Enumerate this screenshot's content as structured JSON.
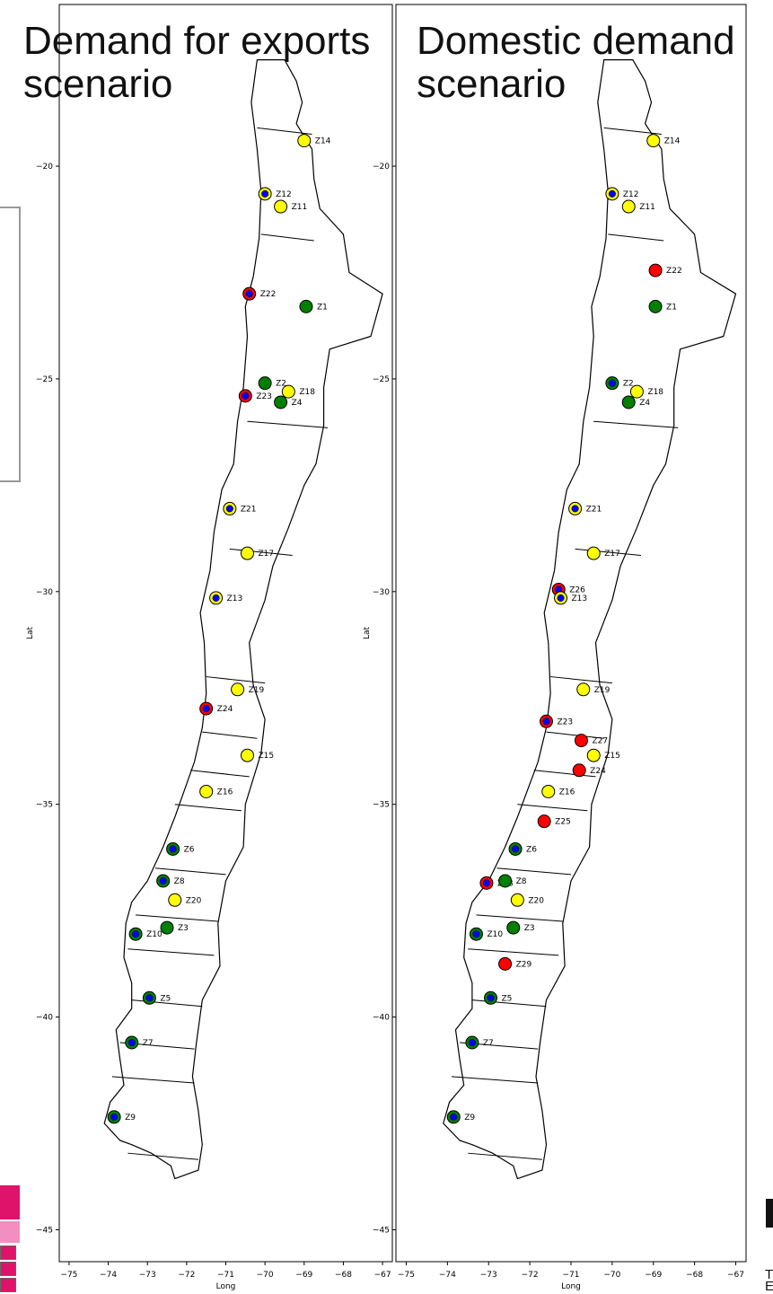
{
  "maps": [
    {
      "title": "Demand for exports\nscenario",
      "zones": [
        {
          "id": "Z14",
          "lon": -69.0,
          "lat": -19.4,
          "style": "yellow"
        },
        {
          "id": "Z12",
          "lon": -70.0,
          "lat": -20.65,
          "style": "yellow-blue"
        },
        {
          "id": "Z11",
          "lon": -69.6,
          "lat": -20.95,
          "style": "yellow"
        },
        {
          "id": "Z22",
          "lon": -70.4,
          "lat": -23.0,
          "style": "red-blue"
        },
        {
          "id": "Z1",
          "lon": -68.95,
          "lat": -23.3,
          "style": "green"
        },
        {
          "id": "Z2",
          "lon": -70.0,
          "lat": -25.1,
          "style": "green"
        },
        {
          "id": "Z18",
          "lon": -69.4,
          "lat": -25.3,
          "style": "yellow"
        },
        {
          "id": "Z23",
          "lon": -70.5,
          "lat": -25.4,
          "style": "red-blue"
        },
        {
          "id": "Z4",
          "lon": -69.6,
          "lat": -25.55,
          "style": "green"
        },
        {
          "id": "Z21",
          "lon": -70.9,
          "lat": -28.05,
          "style": "yellow-blue"
        },
        {
          "id": "Z17",
          "lon": -70.45,
          "lat": -29.1,
          "style": "yellow"
        },
        {
          "id": "Z13",
          "lon": -71.25,
          "lat": -30.15,
          "style": "yellow-blue"
        },
        {
          "id": "Z19",
          "lon": -70.7,
          "lat": -32.3,
          "style": "yellow"
        },
        {
          "id": "Z24",
          "lon": -71.5,
          "lat": -32.75,
          "style": "red-blue"
        },
        {
          "id": "Z15",
          "lon": -70.45,
          "lat": -33.85,
          "style": "yellow"
        },
        {
          "id": "Z16",
          "lon": -71.5,
          "lat": -34.7,
          "style": "yellow"
        },
        {
          "id": "Z6",
          "lon": -72.35,
          "lat": -36.05,
          "style": "green-blue"
        },
        {
          "id": "Z8",
          "lon": -72.6,
          "lat": -36.8,
          "style": "green-blue"
        },
        {
          "id": "Z20",
          "lon": -72.3,
          "lat": -37.25,
          "style": "yellow"
        },
        {
          "id": "Z3",
          "lon": -72.5,
          "lat": -37.9,
          "style": "green"
        },
        {
          "id": "Z10",
          "lon": -73.3,
          "lat": -38.05,
          "style": "green-blue"
        },
        {
          "id": "Z5",
          "lon": -72.95,
          "lat": -39.55,
          "style": "green-blue"
        },
        {
          "id": "Z7",
          "lon": -73.4,
          "lat": -40.6,
          "style": "green-blue"
        },
        {
          "id": "Z9",
          "lon": -73.85,
          "lat": -42.35,
          "style": "green-blue"
        }
      ]
    },
    {
      "title": "Domestic demand\nscenario",
      "zones": [
        {
          "id": "Z14",
          "lon": -69.0,
          "lat": -19.4,
          "style": "yellow"
        },
        {
          "id": "Z12",
          "lon": -70.0,
          "lat": -20.65,
          "style": "yellow-blue"
        },
        {
          "id": "Z11",
          "lon": -69.6,
          "lat": -20.95,
          "style": "yellow"
        },
        {
          "id": "Z22",
          "lon": -68.95,
          "lat": -22.45,
          "style": "red"
        },
        {
          "id": "Z1",
          "lon": -68.95,
          "lat": -23.3,
          "style": "green"
        },
        {
          "id": "Z2",
          "lon": -70.0,
          "lat": -25.1,
          "style": "green-blue"
        },
        {
          "id": "Z18",
          "lon": -69.4,
          "lat": -25.3,
          "style": "yellow"
        },
        {
          "id": "Z4",
          "lon": -69.6,
          "lat": -25.55,
          "style": "green"
        },
        {
          "id": "Z21",
          "lon": -70.9,
          "lat": -28.05,
          "style": "yellow-blue"
        },
        {
          "id": "Z17",
          "lon": -70.45,
          "lat": -29.1,
          "style": "yellow"
        },
        {
          "id": "Z26",
          "lon": -71.3,
          "lat": -29.95,
          "style": "red-blue"
        },
        {
          "id": "Z13",
          "lon": -71.25,
          "lat": -30.15,
          "style": "yellow-blue"
        },
        {
          "id": "Z19",
          "lon": -70.7,
          "lat": -32.3,
          "style": "yellow"
        },
        {
          "id": "Z23",
          "lon": -71.6,
          "lat": -33.05,
          "style": "red-blue"
        },
        {
          "id": "Z27",
          "lon": -70.75,
          "lat": -33.5,
          "style": "red"
        },
        {
          "id": "Z15",
          "lon": -70.45,
          "lat": -33.85,
          "style": "yellow"
        },
        {
          "id": "Z24",
          "lon": -70.8,
          "lat": -34.2,
          "style": "red"
        },
        {
          "id": "Z16",
          "lon": -71.55,
          "lat": -34.7,
          "style": "yellow"
        },
        {
          "id": "Z25",
          "lon": -71.65,
          "lat": -35.4,
          "style": "red"
        },
        {
          "id": "Z6",
          "lon": -72.35,
          "lat": -36.05,
          "style": "green-blue"
        },
        {
          "id": "Z28",
          "lon": -73.05,
          "lat": -36.85,
          "style": "red-blue"
        },
        {
          "id": "Z8",
          "lon": -72.6,
          "lat": -36.8,
          "style": "green"
        },
        {
          "id": "Z20",
          "lon": -72.3,
          "lat": -37.25,
          "style": "yellow"
        },
        {
          "id": "Z3",
          "lon": -72.4,
          "lat": -37.9,
          "style": "green"
        },
        {
          "id": "Z10",
          "lon": -73.3,
          "lat": -38.05,
          "style": "green-blue"
        },
        {
          "id": "Z29",
          "lon": -72.6,
          "lat": -38.75,
          "style": "red"
        },
        {
          "id": "Z5",
          "lon": -72.95,
          "lat": -39.55,
          "style": "green-blue"
        },
        {
          "id": "Z7",
          "lon": -73.4,
          "lat": -40.6,
          "style": "green-blue"
        },
        {
          "id": "Z9",
          "lon": -73.85,
          "lat": -42.35,
          "style": "green-blue"
        }
      ]
    }
  ],
  "axes": {
    "xlabel": "Long",
    "ylabel": "Lat",
    "xticks": [
      -75,
      -74,
      -73,
      -72,
      -71,
      -70,
      -69,
      -68,
      -67
    ],
    "yticks": [
      -20,
      -25,
      -30,
      -35,
      -40,
      -45
    ],
    "xlim": [
      -75.25,
      -66.75
    ],
    "ylim": [
      -45.75,
      -16.2
    ]
  },
  "colors": {
    "yellow": "#ffff00",
    "red": "#ff0000",
    "green": "#008000",
    "blue": "#0000ff",
    "pink": "#e0136a",
    "pink_light": "#f28fc0"
  },
  "right_partial_text": "T\nE"
}
